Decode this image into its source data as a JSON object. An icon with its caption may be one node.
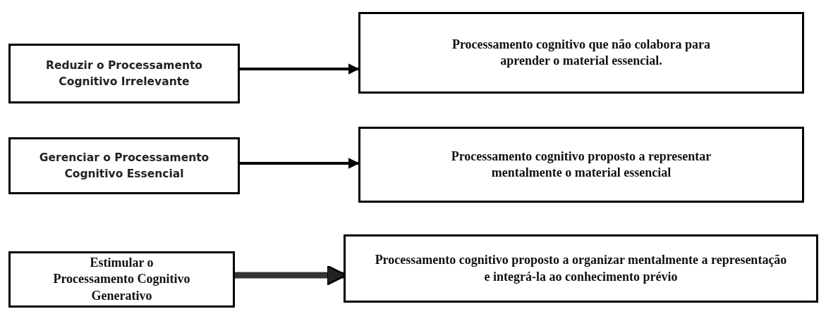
{
  "diagram": {
    "nodes": [
      {
        "text": [
          "Reduzir o Processamento Cognitivo Irrelevante"
        ]
      },
      {
        "text": [
          "Processamento cognitivo que não colabora para aprender o material essencial."
        ]
      },
      {
        "text": [
          "Gerenciar o Processamento Cognitivo Essencial"
        ]
      },
      {
        "text": [
          "Processamento cognitivo proposto a representar mentalmente o material essencial"
        ]
      },
      {
        "text": [
          "Estimular o Processamento Cognitivo Generativo"
        ]
      },
      {
        "text": [
          "Processamento cognitivo proposto a organizar mentalmente a representação e integrá-la ao conhecimento prévio"
        ]
      }
    ],
    "edges": [
      {
        "from": 0,
        "to": 1,
        "arrow": "to"
      },
      {
        "from": 2,
        "to": 3,
        "arrow": "to"
      },
      {
        "from": 4,
        "to": 5,
        "arrow": "to",
        "style": "thick"
      }
    ]
  }
}
